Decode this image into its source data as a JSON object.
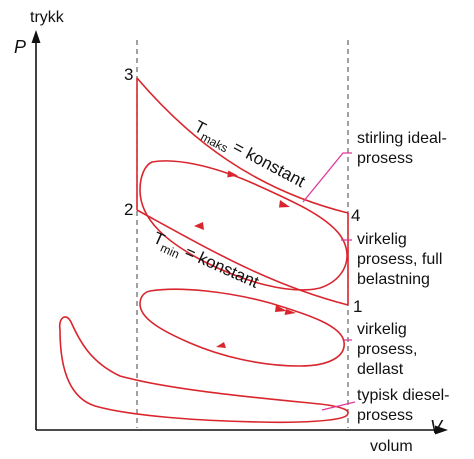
{
  "axes": {
    "y_word": "trykk",
    "y_symbol": "P",
    "x_word": "volum",
    "x_symbol": "V"
  },
  "points": {
    "p1": "1",
    "p2": "2",
    "p3": "3",
    "p4": "4"
  },
  "isotherms": {
    "max": {
      "T": "T",
      "sub": "maks",
      "rest": " = konstant"
    },
    "min": {
      "T": "T",
      "sub": "min",
      "rest": " = konstant"
    }
  },
  "legend": {
    "stirling": [
      "stirling ideal-",
      "prosess"
    ],
    "full": [
      "virkelig",
      "prosess, full",
      "belastning"
    ],
    "part": [
      "virkelig",
      "prosess,",
      "dellast"
    ],
    "diesel": [
      "typisk diesel-",
      "prosess"
    ]
  },
  "colors": {
    "curve": "#d9262e",
    "leader": "#e0389a",
    "axis": "#111111",
    "guide": "#555555"
  }
}
